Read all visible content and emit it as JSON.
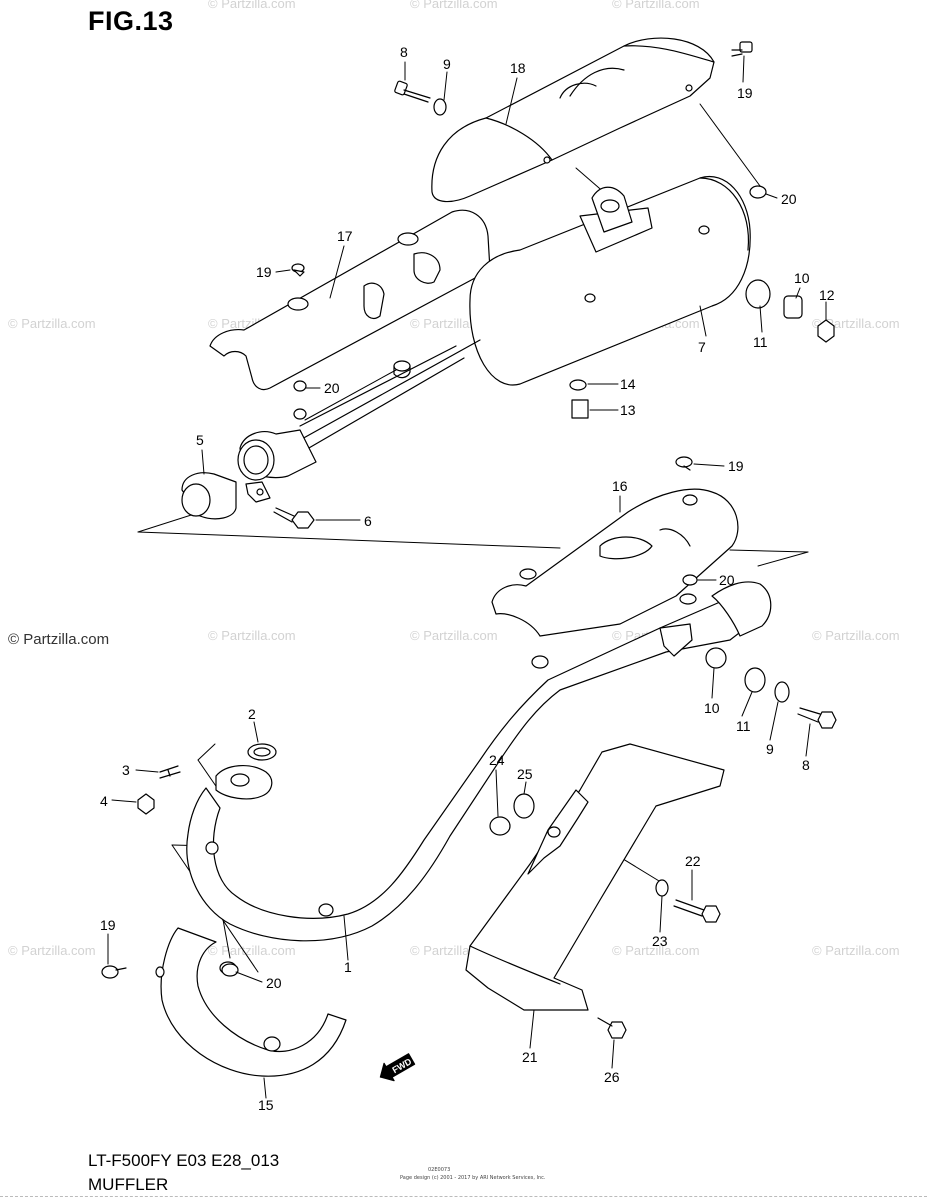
{
  "figure": {
    "title": "FIG.13",
    "model_code": "LT-F500FY E03 E28_013",
    "section_name": "MUFFLER",
    "image_code": "02E0073",
    "copyright_note": "Page design (c) 2001 - 2017 by ARI Network Services, Inc."
  },
  "watermark": {
    "text": "© Partzilla.com",
    "prominent_text": "© Partzilla.com"
  },
  "fwd_badge": {
    "label": "FWD"
  },
  "callouts": [
    {
      "id": "c8a",
      "number": "8"
    },
    {
      "id": "c9a",
      "number": "9"
    },
    {
      "id": "c18",
      "number": "18"
    },
    {
      "id": "c19a",
      "number": "19"
    },
    {
      "id": "c20a",
      "number": "20"
    },
    {
      "id": "c17",
      "number": "17"
    },
    {
      "id": "c19b",
      "number": "19"
    },
    {
      "id": "c10a",
      "number": "10"
    },
    {
      "id": "c12",
      "number": "12"
    },
    {
      "id": "c11a",
      "number": "11"
    },
    {
      "id": "c7",
      "number": "7"
    },
    {
      "id": "c20b",
      "number": "20"
    },
    {
      "id": "c14",
      "number": "14"
    },
    {
      "id": "c13",
      "number": "13"
    },
    {
      "id": "c5",
      "number": "5"
    },
    {
      "id": "c6",
      "number": "6"
    },
    {
      "id": "c19c",
      "number": "19"
    },
    {
      "id": "c16",
      "number": "16"
    },
    {
      "id": "c20c",
      "number": "20"
    },
    {
      "id": "c10b",
      "number": "10"
    },
    {
      "id": "c11b",
      "number": "11"
    },
    {
      "id": "c9b",
      "number": "9"
    },
    {
      "id": "c8b",
      "number": "8"
    },
    {
      "id": "c2",
      "number": "2"
    },
    {
      "id": "c3",
      "number": "3"
    },
    {
      "id": "c4",
      "number": "4"
    },
    {
      "id": "c24",
      "number": "24"
    },
    {
      "id": "c25",
      "number": "25"
    },
    {
      "id": "c22",
      "number": "22"
    },
    {
      "id": "c23",
      "number": "23"
    },
    {
      "id": "c1",
      "number": "1"
    },
    {
      "id": "c19d",
      "number": "19"
    },
    {
      "id": "c20d",
      "number": "20"
    },
    {
      "id": "c21",
      "number": "21"
    },
    {
      "id": "c26",
      "number": "26"
    },
    {
      "id": "c15",
      "number": "15"
    }
  ]
}
